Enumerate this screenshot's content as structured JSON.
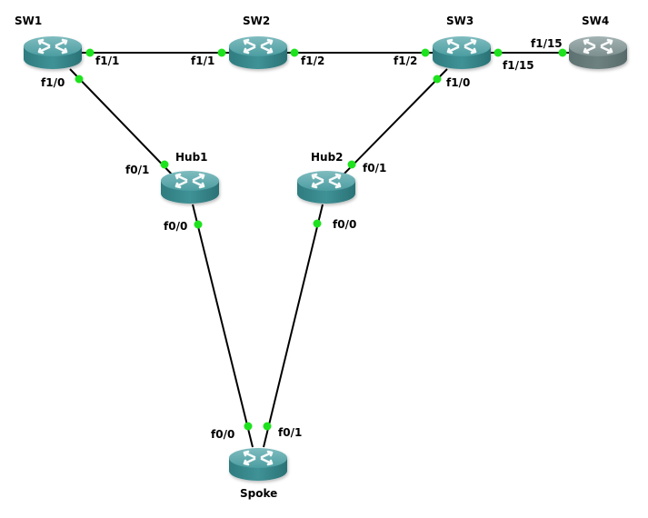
{
  "diagram": {
    "type": "network-topology",
    "link_color": "#000000",
    "port_dot_color": "#1ee21e",
    "router_color": "#3a8f93",
    "router_inactive_color": "#6a7d7d",
    "nodes": [
      {
        "id": "SW1",
        "label": "SW1",
        "icon": "router-icon",
        "state": "active"
      },
      {
        "id": "SW2",
        "label": "SW2",
        "icon": "router-icon",
        "state": "active"
      },
      {
        "id": "SW3",
        "label": "SW3",
        "icon": "router-icon",
        "state": "active"
      },
      {
        "id": "SW4",
        "label": "SW4",
        "icon": "router-icon",
        "state": "inactive"
      },
      {
        "id": "Hub1",
        "label": "Hub1",
        "icon": "router-icon",
        "state": "active"
      },
      {
        "id": "Hub2",
        "label": "Hub2",
        "icon": "router-icon",
        "state": "active"
      },
      {
        "id": "Spoke",
        "label": "Spoke",
        "icon": "router-icon",
        "state": "active"
      }
    ],
    "links": [
      {
        "from": "SW1",
        "from_port": "f1/1",
        "to": "SW2",
        "to_port": "f1/1"
      },
      {
        "from": "SW2",
        "from_port": "f1/2",
        "to": "SW3",
        "to_port": "f1/2"
      },
      {
        "from": "SW3",
        "from_port": "f1/15",
        "to": "SW4",
        "to_port": "f1/15"
      },
      {
        "from": "SW1",
        "from_port": "f1/0",
        "to": "Hub1",
        "to_port": "f0/1"
      },
      {
        "from": "SW3",
        "from_port": "f1/0",
        "to": "Hub2",
        "to_port": "f0/1"
      },
      {
        "from": "Hub1",
        "from_port": "f0/0",
        "to": "Spoke",
        "to_port": "f0/0"
      },
      {
        "from": "Hub2",
        "from_port": "f0/0",
        "to": "Spoke",
        "to_port": "f0/1"
      }
    ]
  }
}
